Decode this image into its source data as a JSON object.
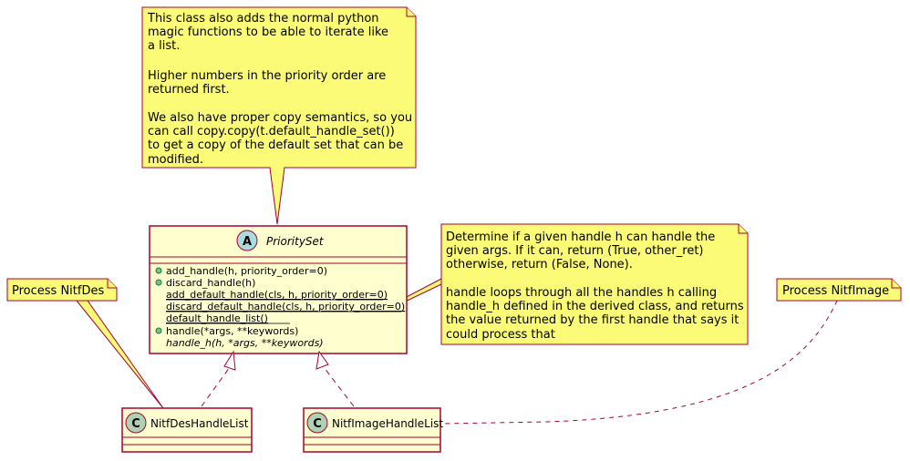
{
  "notes": {
    "top": {
      "lines": [
        "This class also adds the normal python",
        "magic functions to be able to iterate like",
        "a list.",
        "",
        "Higher numbers in the priority order are",
        "returned first.",
        "",
        "We also have proper copy semantics, so you",
        "can call copy.copy(t.default_handle_set())",
        "to get a copy of the default set that can be",
        "modified."
      ]
    },
    "handle_h": {
      "lines": [
        "Determine if a given handle h can handle the",
        "given args. If it can, return (True, other_ret)",
        "otherwise, return (False, None).",
        "",
        "handle loops through all the handles h calling",
        "handle_h defined in the derived class, and returns",
        "the value returned by the first handle that says it",
        "could process that"
      ]
    },
    "nitf_des": {
      "text": "Process NitfDes"
    },
    "nitf_image": {
      "text": "Process NitfImage"
    }
  },
  "classes": {
    "priority_set": {
      "stereotype_letter": "A",
      "name": "PrioritySet",
      "methods": [
        {
          "text": "add_handle(h, priority_order=0)",
          "public": true,
          "static": false,
          "abstract": false
        },
        {
          "text": "discard_handle(h)",
          "public": true,
          "static": false,
          "abstract": false
        },
        {
          "text": "add_default_handle(cls, h, priority_order=0)",
          "public": false,
          "static": true,
          "abstract": false
        },
        {
          "text": "discard_default_handle(cls, h, priority_order=0)",
          "public": false,
          "static": true,
          "abstract": false
        },
        {
          "text": "default_handle_list()",
          "public": false,
          "static": true,
          "abstract": false
        },
        {
          "text": "handle(*args, **keywords)",
          "public": true,
          "static": false,
          "abstract": false
        },
        {
          "text": "handle_h(h, *args, **keywords)",
          "public": false,
          "static": false,
          "abstract": true
        }
      ]
    },
    "nitf_des_handle_list": {
      "stereotype_letter": "C",
      "name": "NitfDesHandleList"
    },
    "nitf_image_handle_list": {
      "stereotype_letter": "C",
      "name": "NitfImageHandleList"
    }
  },
  "colors": {
    "note_fill": "#FBFB77",
    "class_fill": "#FEFECE",
    "border": "#A80036",
    "abstract_circle": "#A9DCDF",
    "class_circle": "#ADD1B2",
    "method_public_dot": "#84BE84"
  }
}
